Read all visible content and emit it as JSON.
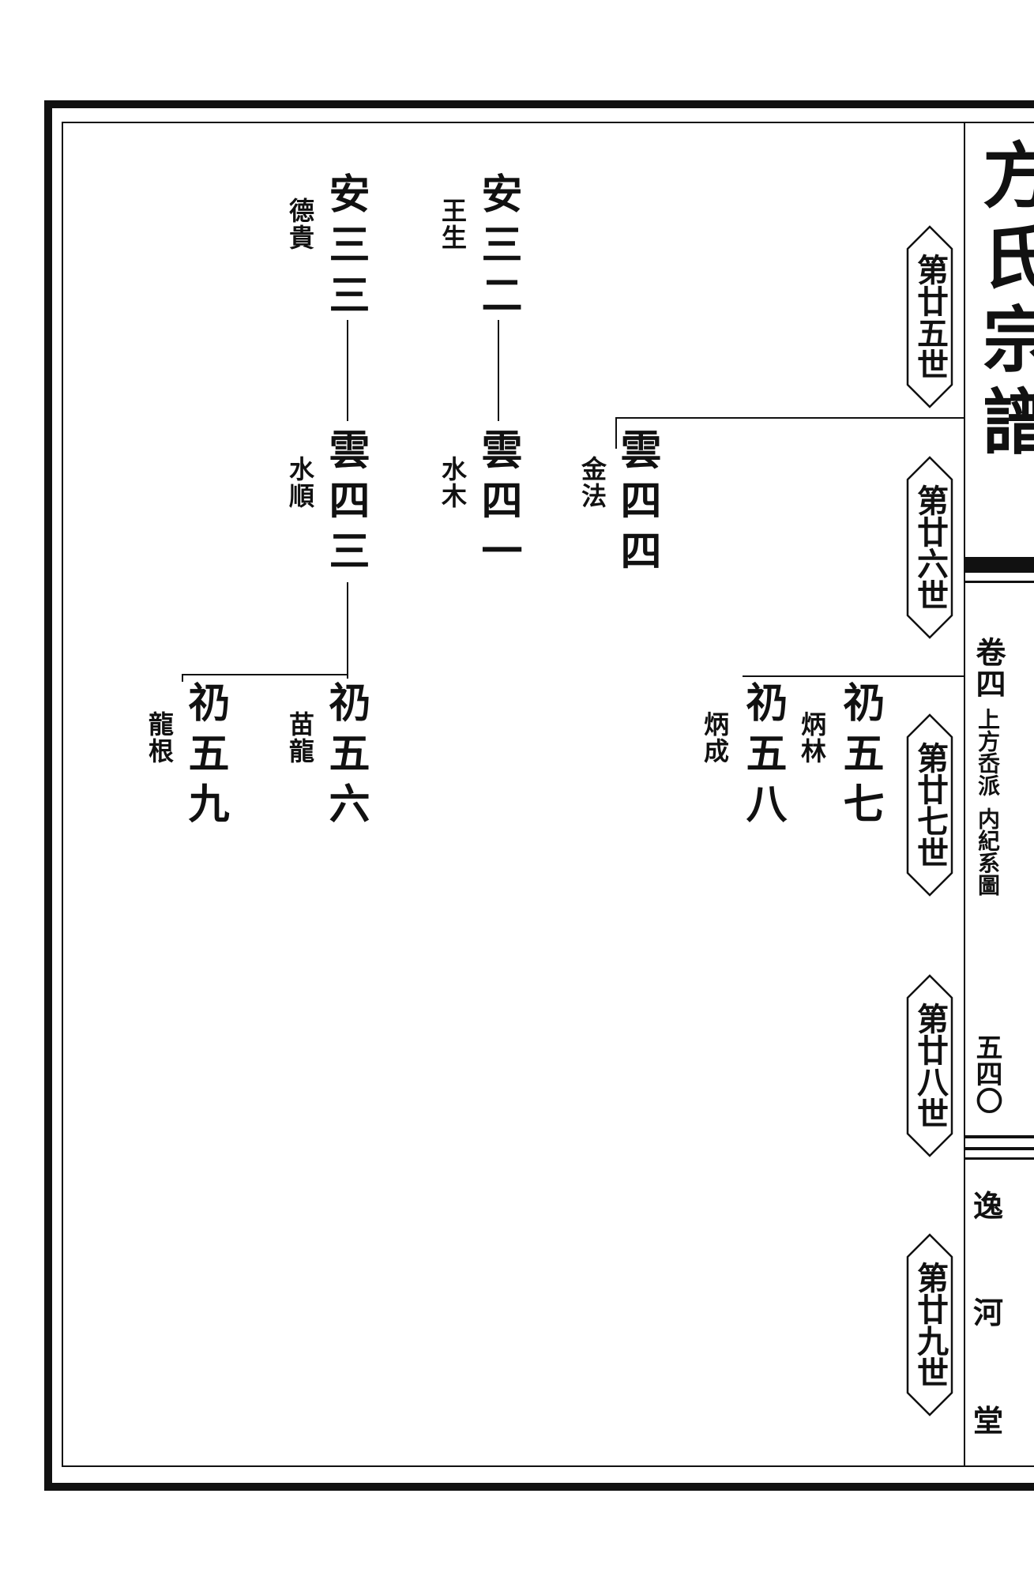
{
  "book": {
    "title": "方氏宗譜",
    "volume": "卷四",
    "section_a": "上方岙派",
    "section_b": "内紀系圖",
    "page_number": "五四〇",
    "hall": "逸河堂"
  },
  "generations": [
    {
      "label": "第廿五世"
    },
    {
      "label": "第廿六世"
    },
    {
      "label": "第廿七世"
    },
    {
      "label": "第廿八世"
    },
    {
      "label": "第廿九世"
    }
  ],
  "persons": [
    {
      "name": "安三二",
      "alias": "王生"
    },
    {
      "name": "安三三",
      "alias": "德貴"
    },
    {
      "name": "雲四四",
      "alias": "金法"
    },
    {
      "name": "雲四一",
      "alias": "水木"
    },
    {
      "name": "雲四三",
      "alias": "水順"
    },
    {
      "name": "礽五七",
      "alias": "炳林"
    },
    {
      "name": "礽五八",
      "alias": "炳成"
    },
    {
      "name": "礽五六",
      "alias": "苗龍"
    },
    {
      "name": "礽五九",
      "alias": "龍根"
    }
  ]
}
